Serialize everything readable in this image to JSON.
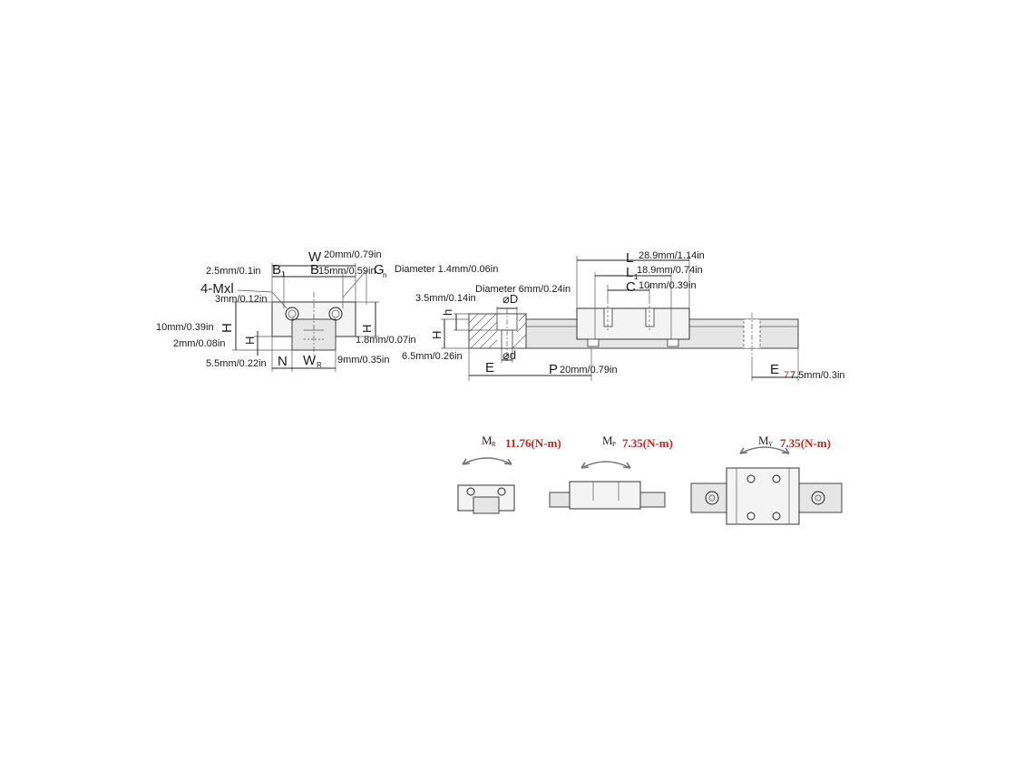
{
  "dimensions": {
    "W": "20mm/0.79in",
    "B1": "2.5mm/0.1in",
    "B": "15mm/0.59in",
    "mounting_thread": "4-Mxl",
    "thread_depth": "3mm/0.12in",
    "H": "10mm/0.39in",
    "H1": "2mm/0.08in",
    "H2": "1.8mm/0.07in",
    "N": "5.5mm/0.22in",
    "WR": "9mm/0.35in",
    "hole_d": "Diameter 1.4mm/0.06in",
    "D": "Diameter 6mm/0.24in",
    "h": "3.5mm/0.14in",
    "HR": "6.5mm/0.26in",
    "P": "20mm/0.79in",
    "E": "7.5mm/0.3in",
    "L": "28.9mm/1.14in",
    "L1": "18.9mm/0.74in",
    "C": "10mm/0.39in"
  },
  "symbols": {
    "W": "W",
    "B": "B",
    "B_sub": "1",
    "B_main": "B",
    "G": "G",
    "G_sub": "n",
    "H": "H",
    "H1": "H",
    "H1_sub": "1",
    "H2": "H",
    "H2_sub": "2",
    "N": "N",
    "WR": "W",
    "WR_sub": "R",
    "D": "⌀D",
    "d": "⌀d",
    "h": "h",
    "HR": "H",
    "HR_sub": "R",
    "E1": "E",
    "P": "P",
    "E2": "E",
    "E2_prefix": "7",
    "L": "L",
    "L1": "L",
    "L1_sub": "1",
    "C": "C"
  },
  "moments": {
    "MR": {
      "symbol": "M",
      "sub": "R",
      "value": "11.76(N-m)"
    },
    "MP": {
      "symbol": "M",
      "sub": "P",
      "value": "7.35(N-m)"
    },
    "MY": {
      "symbol": "M",
      "sub": "Y",
      "value": "7.35(N-m)"
    }
  }
}
